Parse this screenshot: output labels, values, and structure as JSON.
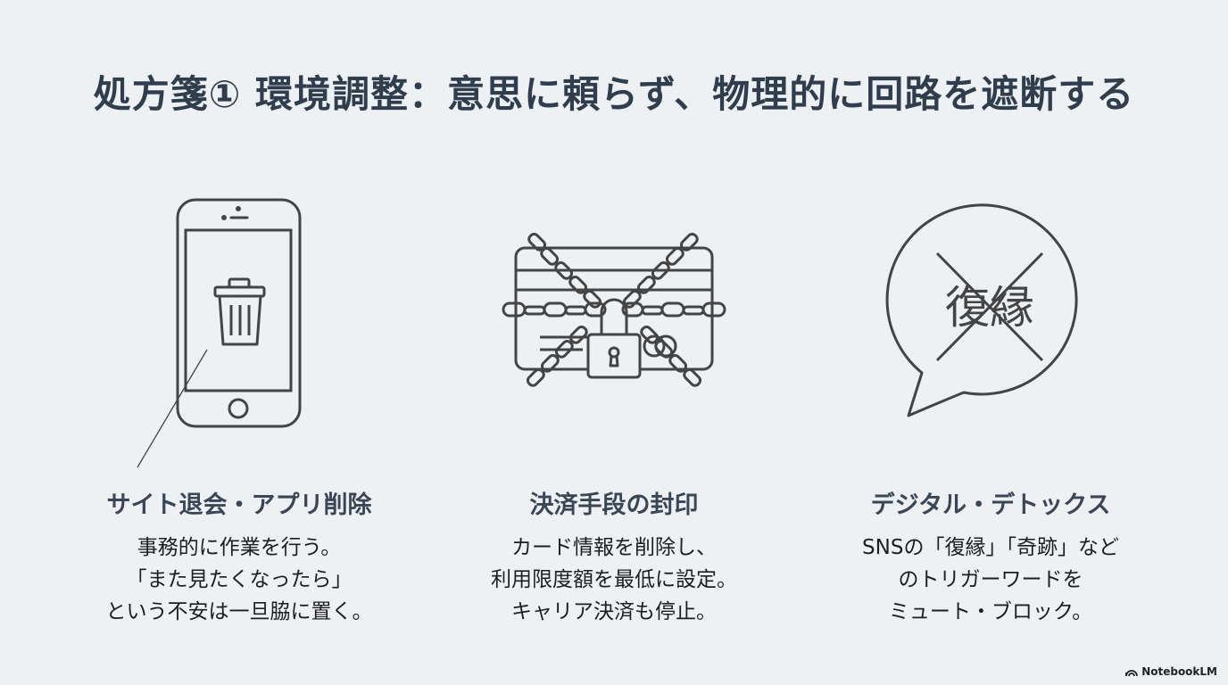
{
  "slide": {
    "title": "処方箋① 環境調整：意思に頼らず、物理的に回路を遮断する",
    "columns": [
      {
        "icon": "smartphone-trash-icon",
        "heading": "サイト退会・アプリ削除",
        "lines": [
          "事務的に作業を行う。",
          "「また見たくなったら」",
          "という不安は一旦脇に置く。"
        ]
      },
      {
        "icon": "chained-credit-card-padlock-icon",
        "heading": "決済手段の封印",
        "lines": [
          "カード情報を削除し、",
          "利用限度額を最低に設定。",
          "キャリア決済も停止。"
        ]
      },
      {
        "icon": "speech-bubble-crossed-out-icon",
        "icon_text": "復縁",
        "heading": "デジタル・デトックス",
        "lines": [
          "SNSの「復縁」「奇跡」など",
          "のトリガーワードを",
          "ミュート・ブロック。"
        ]
      }
    ]
  },
  "branding": {
    "label": "NotebookLM",
    "icon": "notebooklm-logo-icon"
  },
  "colors": {
    "background": "#eef1f4",
    "title": "#2f3d4c",
    "heading": "#3a4655",
    "icon_stroke": "#444444"
  }
}
